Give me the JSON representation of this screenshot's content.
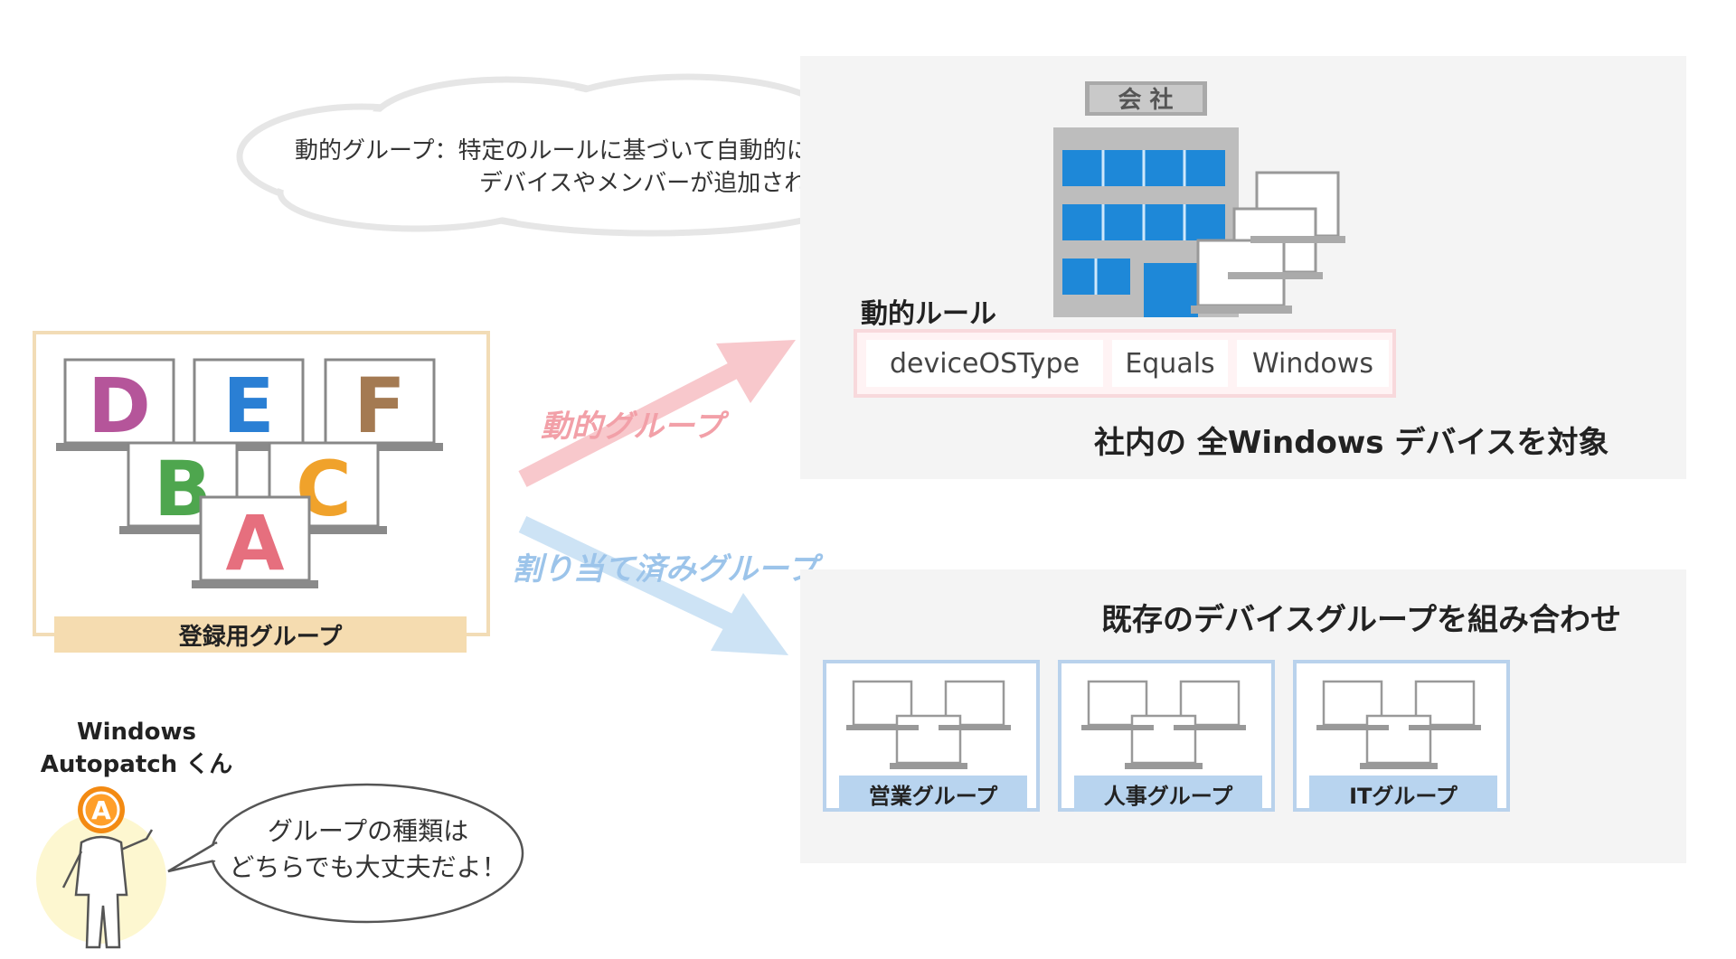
{
  "cloud": {
    "line1": "動的グループ：特定のルールに基づいて自動的に",
    "line2": "デバイスやメンバーが追加される仕組み"
  },
  "building": {
    "sign": "会 社"
  },
  "dynamic_rule": {
    "heading": "動的ルール",
    "cells": [
      "deviceOSType",
      "Equals",
      "Windows"
    ],
    "target": "社内の 全Windows デバイスを対象"
  },
  "registration": {
    "label": "登録用グループ",
    "letters": [
      "D",
      "E",
      "F",
      "B",
      "C",
      "A"
    ]
  },
  "arrows": {
    "dynamic_label": "動的グループ",
    "assigned_label": "割り当て済みグループ",
    "dynamic_color": "#f8c8cc",
    "assigned_color": "#cde3f5"
  },
  "assigned": {
    "heading": "既存のデバイスグループを組み合わせ",
    "groups": [
      "営業グループ",
      "人事グループ",
      "ITグループ"
    ]
  },
  "character": {
    "name_line1": "Windows",
    "name_line2": "Autopatch くん",
    "badge": "A",
    "speech_line1": "グループの種類は",
    "speech_line2": "どちらでも大丈夫だよ！"
  }
}
